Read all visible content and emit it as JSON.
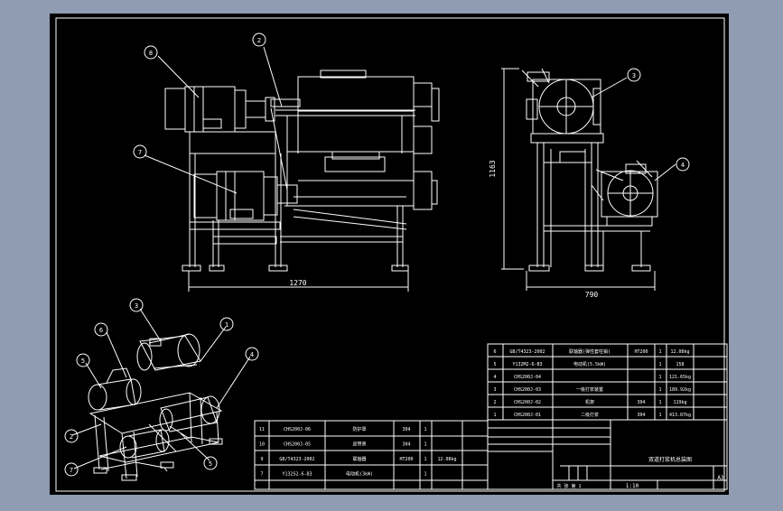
{
  "drawing": {
    "background": "#000000",
    "line_color": "#ffffff",
    "viewport_color": "#8f9cb1"
  },
  "dimensions": {
    "front_width": "1270",
    "side_width": "790",
    "side_height": "1163"
  },
  "balloons": {
    "front": [
      "8",
      "2",
      "7"
    ],
    "side": [
      "3",
      "4"
    ],
    "iso": [
      "3",
      "1",
      "6",
      "5",
      "4",
      "2",
      "7",
      "5"
    ]
  },
  "bom_upper": [
    {
      "no": "6",
      "code": "GB/T4323-2002",
      "name": "联轴器(弹性套柱销)",
      "material": "HT200",
      "qty": "1",
      "weight": "12.08kg"
    },
    {
      "no": "5",
      "code": "Y132M2-6-B3",
      "name": "电动机(5.5kW)",
      "material": "",
      "qty": "1",
      "weight": "158"
    },
    {
      "no": "4",
      "code": "CHS200J-04",
      "name": "",
      "material": "",
      "qty": "1",
      "weight": "121.65kg"
    },
    {
      "no": "3",
      "code": "CHS200J-03",
      "name": "一级打浆装置",
      "material": "",
      "qty": "1",
      "weight": "189.92kg"
    },
    {
      "no": "2",
      "code": "CHS200J-02",
      "name": "机架",
      "material": "304",
      "qty": "1",
      "weight": "119kg"
    },
    {
      "no": "1",
      "code": "CHS200J-01",
      "name": "二级打浆",
      "material": "304",
      "qty": "1",
      "weight": "413.87kg"
    }
  ],
  "bom_lower": [
    {
      "no": "11",
      "code": "CHS200J-06",
      "name": "防护罩",
      "material": "304",
      "qty": "1",
      "weight": ""
    },
    {
      "no": "10",
      "code": "CHS200J-05",
      "name": "皮带罩",
      "material": "304",
      "qty": "1",
      "weight": ""
    },
    {
      "no": "9",
      "code": "GB/T4323-2002",
      "name": "联轴器",
      "material": "HT200",
      "qty": "1",
      "weight": "12.08kg"
    },
    {
      "no": "7",
      "code": "Y132S2-6-B3",
      "name": "电动机(3kW)",
      "material": "",
      "qty": "1",
      "weight": ""
    }
  ],
  "title_block": {
    "drawing_title": "双道打浆机总装图",
    "scale": "1:10",
    "sheet_size": "A3",
    "sheet_note": "共 张 第 1"
  }
}
